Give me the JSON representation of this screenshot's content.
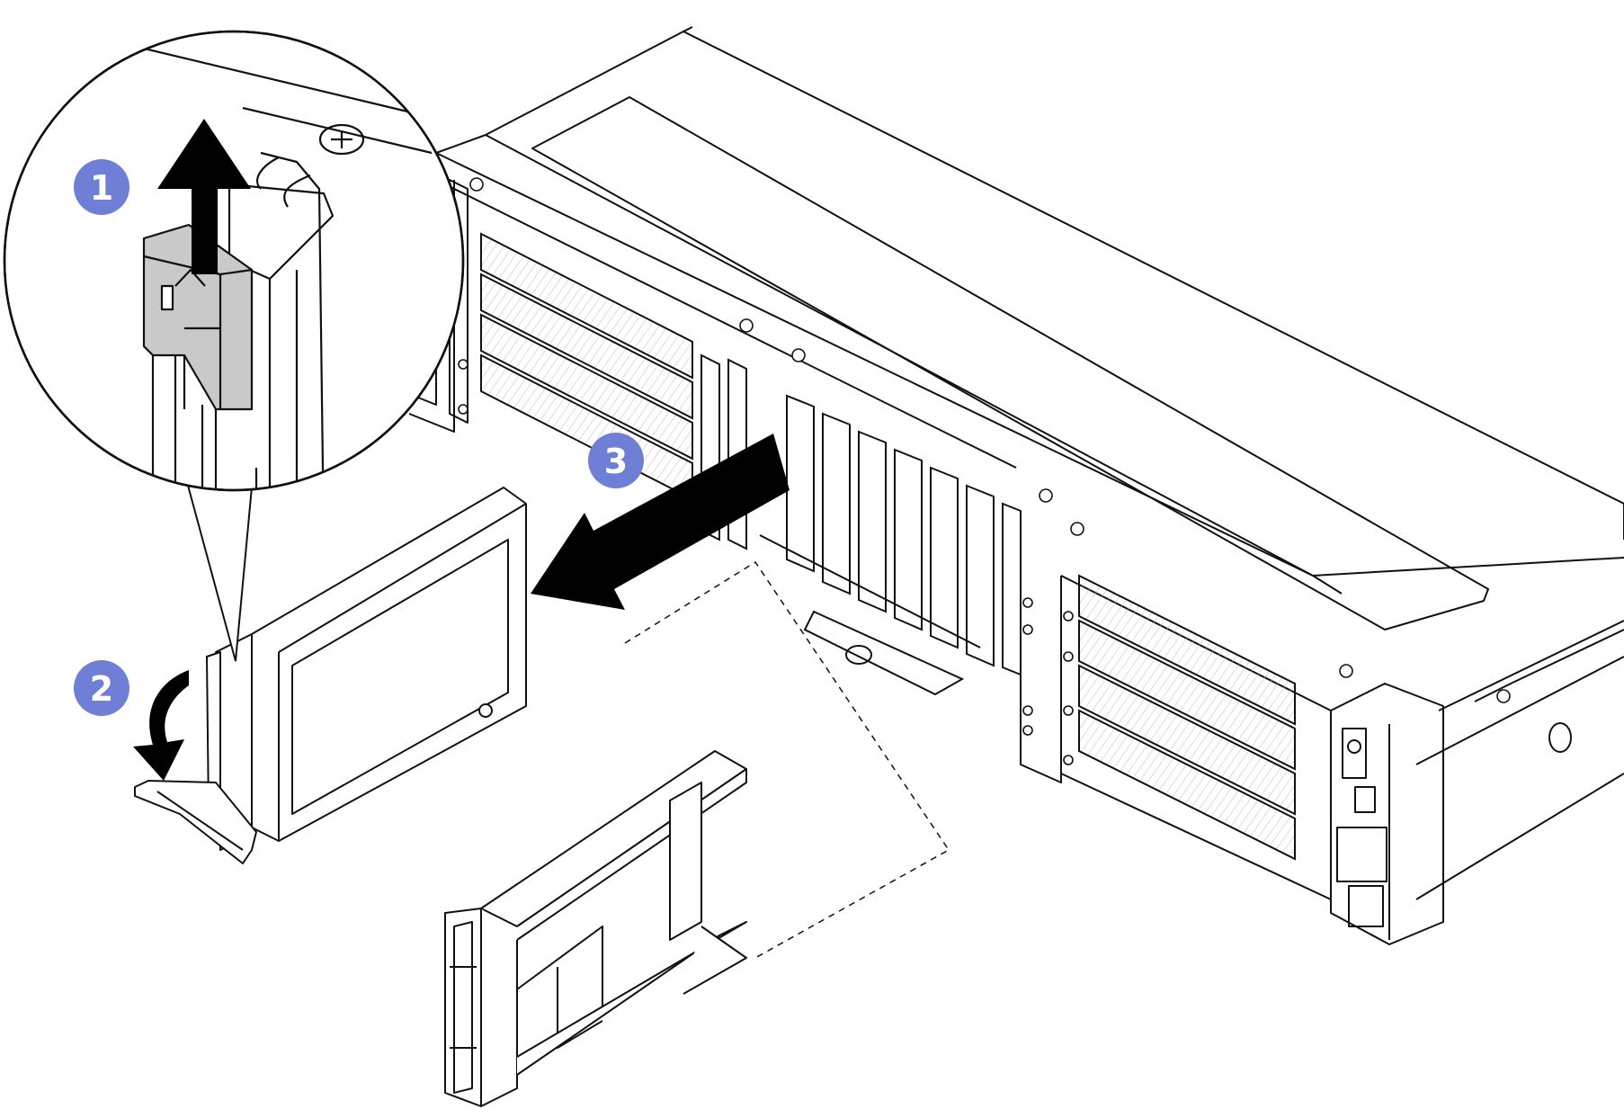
{
  "diagram": {
    "steps": [
      {
        "number": "1",
        "action": "lift-release-latch",
        "arrow": "up"
      },
      {
        "number": "2",
        "action": "rotate-handle-open",
        "arrow": "curved-down"
      },
      {
        "number": "3",
        "action": "slide-drive-out",
        "arrow": "left"
      }
    ],
    "colors": {
      "step_badge": "#6f7fd6",
      "step_text": "#ffffff",
      "line": "#111111",
      "latch_highlight": "#c9c9c9",
      "arrow": "#000000",
      "background": "#ffffff"
    },
    "components": [
      "server-chassis",
      "drive-bays",
      "hot-swap-drive",
      "drive-filler",
      "rack-handle",
      "callout-magnifier"
    ]
  }
}
